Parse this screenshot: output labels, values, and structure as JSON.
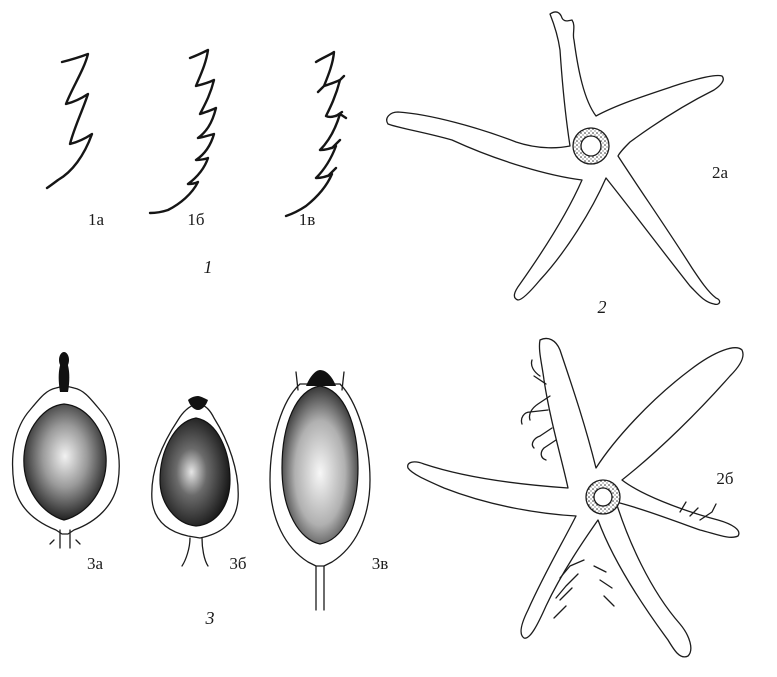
{
  "figure": {
    "panel_1": {
      "group_label": "1",
      "items": [
        {
          "label": "1а"
        },
        {
          "label": "1б"
        },
        {
          "label": "1в"
        }
      ]
    },
    "panel_2": {
      "group_label": "2",
      "items": [
        {
          "label": "2а"
        },
        {
          "label": "2б"
        }
      ]
    },
    "panel_3": {
      "group_label": "3",
      "items": [
        {
          "label": "3а"
        },
        {
          "label": "3б"
        },
        {
          "label": "3в"
        }
      ]
    }
  }
}
